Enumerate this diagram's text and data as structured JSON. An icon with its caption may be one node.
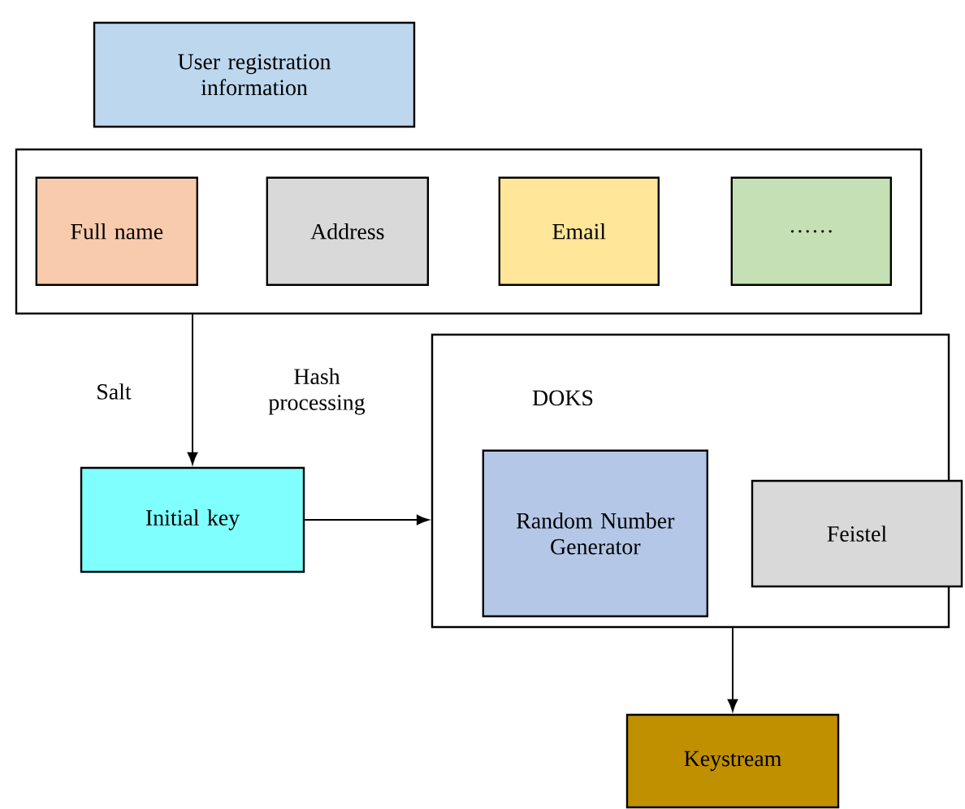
{
  "diagram": {
    "nodes": [
      {
        "text": [
          "User registration information"
        ]
      },
      {
        "text": [],
        "shape": "box"
      },
      {
        "text": [
          "Full name"
        ],
        "in": 1
      },
      {
        "text": [
          "Address"
        ],
        "in": 1
      },
      {
        "text": [
          "Email"
        ],
        "in": 1
      },
      {
        "text": [
          "……"
        ],
        "in": 1
      },
      {
        "text": [
          "Initial key"
        ]
      },
      {
        "text": [
          "DOKS"
        ]
      },
      {
        "text": [
          "Random Number Generator"
        ],
        "in": 7
      },
      {
        "text": [
          "Feistel"
        ]
      },
      {
        "text": [
          "Keystream"
        ]
      }
    ],
    "edges": [
      {
        "from": 1,
        "to": 6,
        "arrow": "to"
      },
      {
        "from": 6,
        "to": 7,
        "arrow": "to"
      },
      {
        "from": 7,
        "to": 10,
        "arrow": "to"
      }
    ],
    "labels": [
      "Salt",
      "Hash processing"
    ]
  }
}
